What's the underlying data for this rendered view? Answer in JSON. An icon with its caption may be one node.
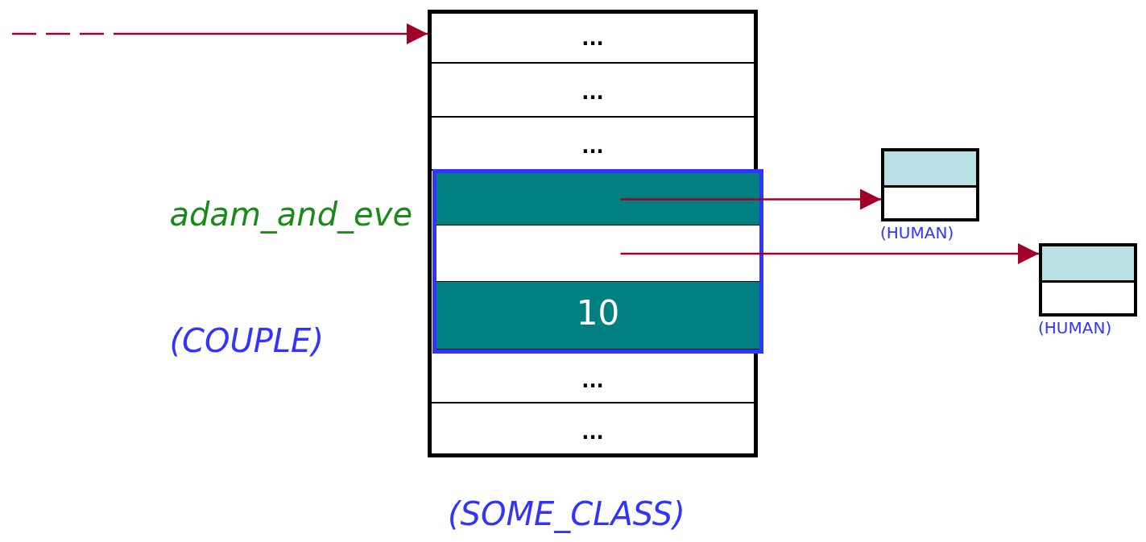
{
  "diagram": {
    "nodes": [
      {
        "text": [
          "(SOME_CLASS)"
        ]
      },
      {
        "text": [
          "..."
        ],
        "in": 0
      },
      {
        "text": [
          "..."
        ],
        "in": 0
      },
      {
        "text": [
          "..."
        ],
        "in": 0
      },
      {
        "text": [],
        "shape": "box",
        "beside": [
          "adam_and_eve",
          "(COUPLE)"
        ],
        "in": 0
      },
      {
        "text": [],
        "shape": "box",
        "in": 4
      },
      {
        "text": [],
        "shape": "box",
        "in": 4
      },
      {
        "text": [
          "10"
        ],
        "in": 4
      },
      {
        "text": [
          "..."
        ],
        "in": 0
      },
      {
        "text": [
          "..."
        ],
        "in": 0
      },
      {
        "text": [
          "(HUMAN)"
        ]
      },
      {
        "text": [],
        "shape": "box",
        "in": 10
      },
      {
        "text": [],
        "shape": "box",
        "in": 10
      },
      {
        "text": [
          "(HUMAN)"
        ]
      },
      {
        "text": [],
        "shape": "box",
        "in": 13
      },
      {
        "text": [],
        "shape": "box",
        "in": 13
      }
    ],
    "edges": [
      {
        "from": null,
        "to": 0,
        "arrow": "to",
        "style": "dashed"
      },
      {
        "from": 5,
        "to": 10,
        "arrow": "to"
      },
      {
        "from": 6,
        "to": 13,
        "arrow": "to"
      }
    ]
  }
}
